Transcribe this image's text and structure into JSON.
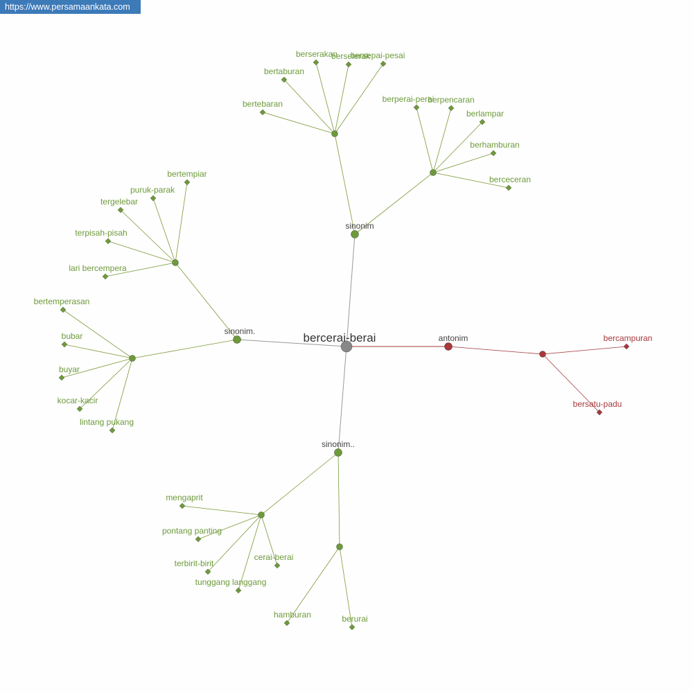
{
  "site_url": "https://www.persamaankata.com",
  "colors": {
    "synonym": "#6f9a3c",
    "synonym_edge": "#7c9838",
    "synonym_node": "#6f9a3c",
    "antonym": "#a8383d",
    "antonym_node": "#a8383d",
    "root_node": "#888888",
    "root_edge": "#999999",
    "group_label": "#444444",
    "root_label": "#333333"
  },
  "graph": {
    "root": "bercerai-berai",
    "groups": [
      {
        "type": "synonym",
        "label": "sinonim",
        "clusters": [
          {
            "words": [
              "bertebaran",
              "bertaburan",
              "berserakan",
              "berselerak",
              "bersepai-pesai"
            ]
          },
          {
            "words": [
              "berperai-perai",
              "berpencaran",
              "berlampar",
              "berhamburan",
              "berceceran"
            ]
          }
        ]
      },
      {
        "type": "synonym",
        "label": "sinonim.",
        "clusters": [
          {
            "words": [
              "bertempiar",
              "puruk-parak",
              "tergelebar",
              "terpisah-pisah",
              "lari bercempera"
            ]
          },
          {
            "words": [
              "bertemperasan",
              "bubar",
              "buyar",
              "kocar-kacir",
              "lintang pukang"
            ]
          }
        ]
      },
      {
        "type": "synonym",
        "label": "sinonim..",
        "clusters": [
          {
            "words": [
              "mengaprit",
              "pontang panting",
              "terbirit-birit",
              "tunggang langgang",
              "cerai-berai"
            ]
          },
          {
            "words": [
              "hamburan",
              "berurai"
            ]
          }
        ]
      },
      {
        "type": "antonym",
        "label": "antonim",
        "clusters": [
          {
            "words": [
              "bercampuran",
              "bersatu-padu"
            ]
          }
        ]
      }
    ]
  }
}
